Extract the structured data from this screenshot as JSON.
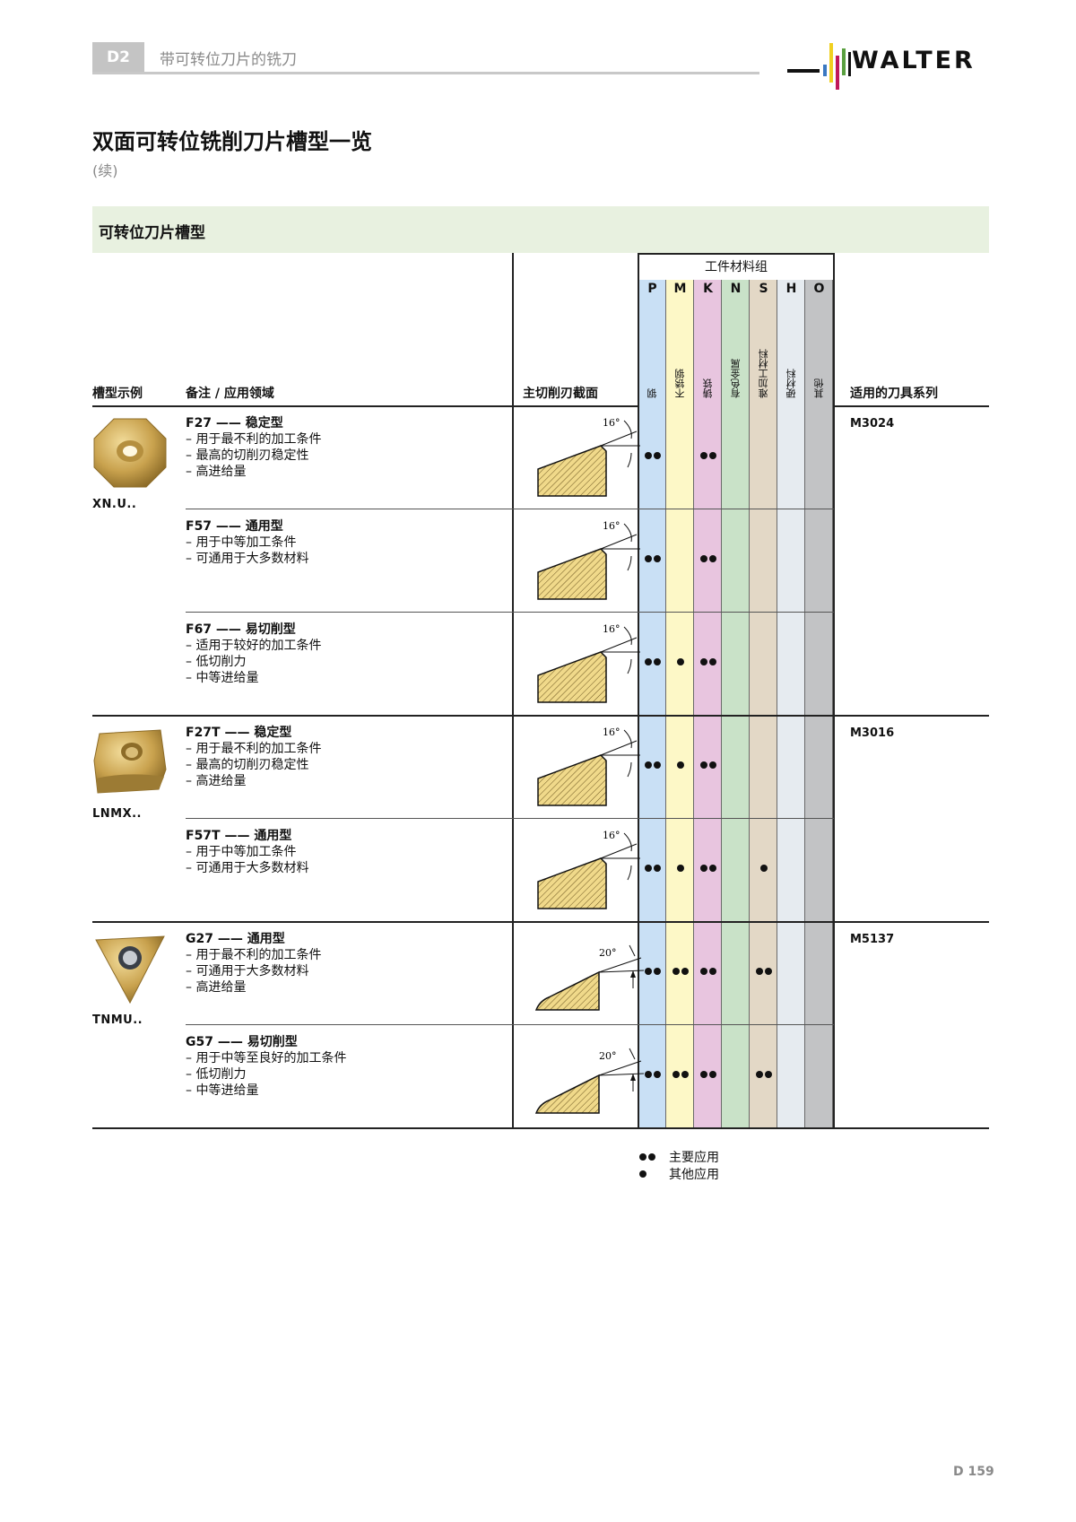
{
  "header": {
    "chapter_code": "D2",
    "chapter_title": "带可转位刀片的铣刀",
    "brand": "WALTER",
    "brand_bar_colors": [
      "#3a78c2",
      "#f0d020",
      "#c0185a",
      "#5aa040"
    ]
  },
  "title": {
    "main": "双面可转位铣削刀片槽型一览",
    "sub": "(续)"
  },
  "section": {
    "label": "可转位刀片槽型"
  },
  "table": {
    "columns": {
      "insert_example": "槽型示例",
      "notes": "备注 / 应用领域",
      "cross_section": "主切削刃截面",
      "material_group": "工件材料组",
      "tool_series": "适用的刀具系列"
    },
    "materials": [
      {
        "letter": "P",
        "name": "钢",
        "color": "#c9e0f5"
      },
      {
        "letter": "M",
        "name": "不锈钢",
        "color": "#fdf8c7"
      },
      {
        "letter": "K",
        "name": "铸铁",
        "color": "#e8c5df"
      },
      {
        "letter": "N",
        "name": "有色金属",
        "color": "#c9e2c8"
      },
      {
        "letter": "S",
        "name": "难加工材料",
        "color": "#e3d8c6"
      },
      {
        "letter": "H",
        "name": "硬材料",
        "color": "#e6ebf0"
      },
      {
        "letter": "O",
        "name": "其他",
        "color": "#c2c3c5"
      }
    ],
    "groups": [
      {
        "insert_code": "XN.U..",
        "insert_shape": "octagon",
        "tool_series": "M3024",
        "rows": [
          {
            "title": "F27 —— 稳定型",
            "lines": [
              "– 用于最不利的加工条件",
              "– 最高的切削刃稳定性",
              "– 高进给量"
            ],
            "angle": "16°",
            "ratings": {
              "P": 2,
              "M": 0,
              "K": 2,
              "N": 0,
              "S": 0,
              "H": 0,
              "O": 0
            }
          },
          {
            "title": "F57 —— 通用型",
            "lines": [
              "– 用于中等加工条件",
              "– 可通用于大多数材料"
            ],
            "angle": "16°",
            "ratings": {
              "P": 2,
              "M": 0,
              "K": 2,
              "N": 0,
              "S": 0,
              "H": 0,
              "O": 0
            }
          },
          {
            "title": "F67 —— 易切削型",
            "lines": [
              "– 适用于较好的加工条件",
              "– 低切削力",
              "– 中等进给量"
            ],
            "angle": "16°",
            "ratings": {
              "P": 2,
              "M": 1,
              "K": 2,
              "N": 0,
              "S": 0,
              "H": 0,
              "O": 0
            }
          }
        ]
      },
      {
        "insert_code": "LNMX..",
        "insert_shape": "rectangle",
        "tool_series": "M3016",
        "rows": [
          {
            "title": "F27T —— 稳定型",
            "lines": [
              "– 用于最不利的加工条件",
              "– 最高的切削刃稳定性",
              "– 高进给量"
            ],
            "angle": "16°",
            "ratings": {
              "P": 2,
              "M": 1,
              "K": 2,
              "N": 0,
              "S": 0,
              "H": 0,
              "O": 0
            }
          },
          {
            "title": "F57T —— 通用型",
            "lines": [
              "– 用于中等加工条件",
              "– 可通用于大多数材料"
            ],
            "angle": "16°",
            "ratings": {
              "P": 2,
              "M": 1,
              "K": 2,
              "N": 0,
              "S": 1,
              "H": 0,
              "O": 0
            }
          }
        ]
      },
      {
        "insert_code": "TNMU..",
        "insert_shape": "triangle",
        "tool_series": "M5137",
        "rows": [
          {
            "title": "G27 —— 通用型",
            "lines": [
              "– 用于最不利的加工条件",
              "– 可通用于大多数材料",
              "– 高进给量"
            ],
            "angle": "20°",
            "ratings": {
              "P": 2,
              "M": 2,
              "K": 2,
              "N": 0,
              "S": 2,
              "H": 0,
              "O": 0
            }
          },
          {
            "title": "G57 —— 易切削型",
            "lines": [
              "– 用于中等至良好的加工条件",
              "– 低切削力",
              "– 中等进给量"
            ],
            "angle": "20°",
            "ratings": {
              "P": 2,
              "M": 2,
              "K": 2,
              "N": 0,
              "S": 2,
              "H": 0,
              "O": 0
            }
          }
        ]
      }
    ]
  },
  "legend": {
    "primary": "主要应用",
    "secondary": "其他应用"
  },
  "footer": {
    "page_number": "D 159"
  }
}
